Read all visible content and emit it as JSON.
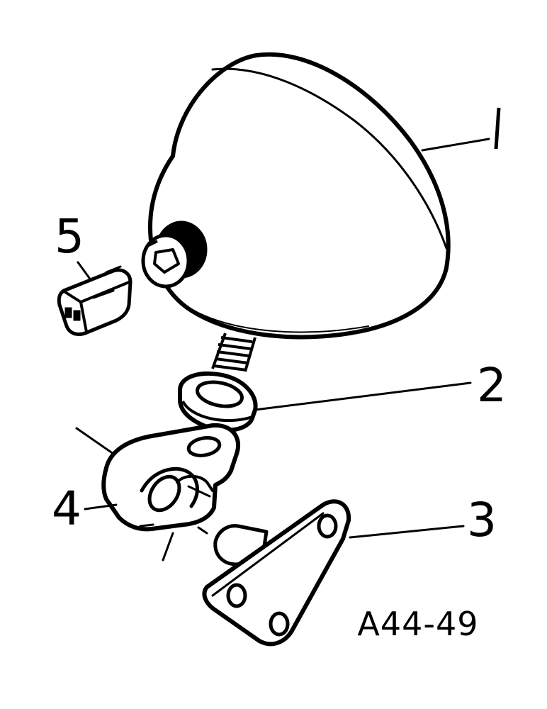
{
  "figure_id": "A44-49",
  "callouts": [
    {
      "number": "1",
      "part": "lamp-housing"
    },
    {
      "number": "2",
      "part": "washer"
    },
    {
      "number": "3",
      "part": "mounting-bracket"
    },
    {
      "number": "4",
      "part": "clamp-bracket"
    },
    {
      "number": "5",
      "part": "connector-plug"
    }
  ],
  "colors": {
    "ink": "#000000",
    "paper": "#ffffff"
  }
}
